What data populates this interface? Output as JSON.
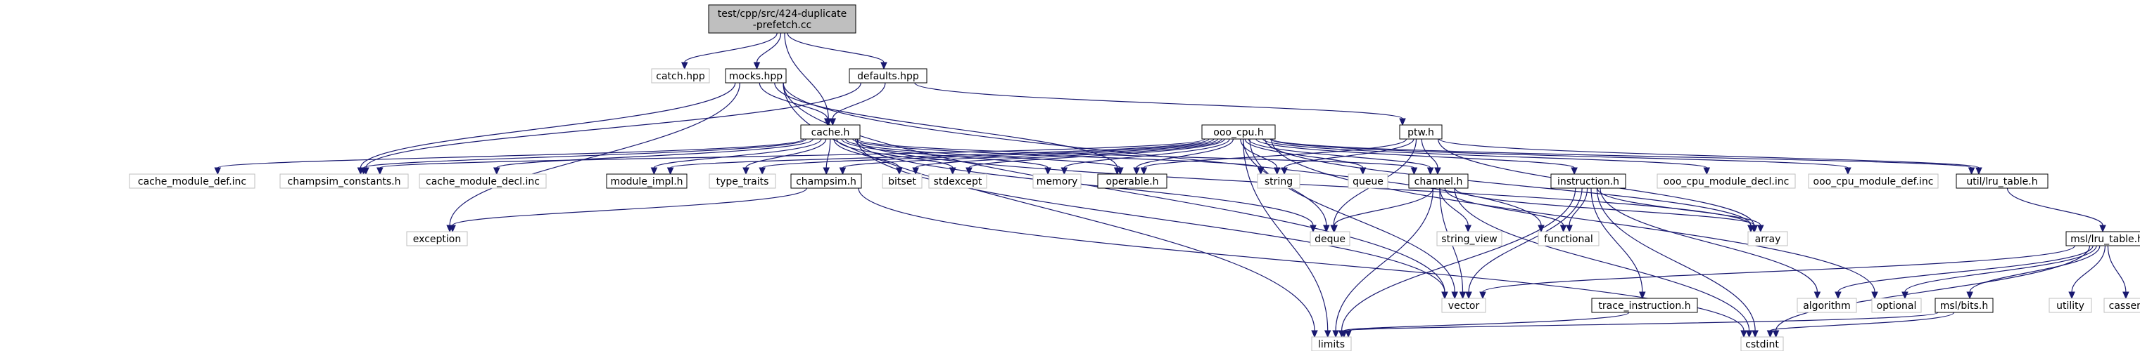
{
  "colors": {
    "edge": "#191970",
    "root_fill": "#bfbfbf",
    "root_stroke": "#000000",
    "doc_fill": "#ffffff",
    "doc_stroke": "#000000",
    "ext_fill": "#ffffff",
    "ext_stroke": "#bfbfbf"
  },
  "nodes": [
    {
      "id": "root",
      "lines": [
        "test/cpp/src/424-duplicate",
        "-prefetch.cc"
      ],
      "kind": "root"
    },
    {
      "id": "catch",
      "lines": [
        "catch.hpp"
      ],
      "kind": "ext"
    },
    {
      "id": "mocks",
      "lines": [
        "mocks.hpp"
      ],
      "kind": "doc"
    },
    {
      "id": "defaults",
      "lines": [
        "defaults.hpp"
      ],
      "kind": "doc"
    },
    {
      "id": "cache",
      "lines": [
        "cache.h"
      ],
      "kind": "doc"
    },
    {
      "id": "ooo",
      "lines": [
        "ooo_cpu.h"
      ],
      "kind": "doc"
    },
    {
      "id": "ptw",
      "lines": [
        "ptw.h"
      ],
      "kind": "doc"
    },
    {
      "id": "cmdef",
      "lines": [
        "cache_module_def.inc"
      ],
      "kind": "ext"
    },
    {
      "id": "cconst",
      "lines": [
        "champsim_constants.h"
      ],
      "kind": "ext"
    },
    {
      "id": "cmdecl",
      "lines": [
        "cache_module_decl.inc"
      ],
      "kind": "ext"
    },
    {
      "id": "modimpl",
      "lines": [
        "module_impl.h"
      ],
      "kind": "doc"
    },
    {
      "id": "typetraits",
      "lines": [
        "type_traits"
      ],
      "kind": "ext"
    },
    {
      "id": "champsim",
      "lines": [
        "champsim.h"
      ],
      "kind": "doc"
    },
    {
      "id": "bitset",
      "lines": [
        "bitset"
      ],
      "kind": "ext"
    },
    {
      "id": "stdexcept",
      "lines": [
        "stdexcept"
      ],
      "kind": "ext"
    },
    {
      "id": "memory",
      "lines": [
        "memory"
      ],
      "kind": "ext"
    },
    {
      "id": "operable",
      "lines": [
        "operable.h"
      ],
      "kind": "doc"
    },
    {
      "id": "string",
      "lines": [
        "string"
      ],
      "kind": "ext"
    },
    {
      "id": "queue",
      "lines": [
        "queue"
      ],
      "kind": "ext"
    },
    {
      "id": "channel",
      "lines": [
        "channel.h"
      ],
      "kind": "doc"
    },
    {
      "id": "instr",
      "lines": [
        "instruction.h"
      ],
      "kind": "doc"
    },
    {
      "id": "oocdecl",
      "lines": [
        "ooo_cpu_module_decl.inc"
      ],
      "kind": "ext"
    },
    {
      "id": "oocdef",
      "lines": [
        "ooo_cpu_module_def.inc"
      ],
      "kind": "ext"
    },
    {
      "id": "utillru",
      "lines": [
        "util/lru_table.h"
      ],
      "kind": "doc"
    },
    {
      "id": "exception",
      "lines": [
        "exception"
      ],
      "kind": "ext"
    },
    {
      "id": "deque",
      "lines": [
        "deque"
      ],
      "kind": "ext"
    },
    {
      "id": "stringview",
      "lines": [
        "string_view"
      ],
      "kind": "ext"
    },
    {
      "id": "functional",
      "lines": [
        "functional"
      ],
      "kind": "ext"
    },
    {
      "id": "array",
      "lines": [
        "array"
      ],
      "kind": "ext"
    },
    {
      "id": "msllru",
      "lines": [
        "msl/lru_table.h"
      ],
      "kind": "doc"
    },
    {
      "id": "vector",
      "lines": [
        "vector"
      ],
      "kind": "ext"
    },
    {
      "id": "traceinstr",
      "lines": [
        "trace_instruction.h"
      ],
      "kind": "doc"
    },
    {
      "id": "algorithm",
      "lines": [
        "algorithm"
      ],
      "kind": "ext"
    },
    {
      "id": "optional",
      "lines": [
        "optional"
      ],
      "kind": "ext"
    },
    {
      "id": "mslbits",
      "lines": [
        "msl/bits.h"
      ],
      "kind": "doc"
    },
    {
      "id": "utility",
      "lines": [
        "utility"
      ],
      "kind": "ext"
    },
    {
      "id": "cassert",
      "lines": [
        "cassert"
      ],
      "kind": "ext"
    },
    {
      "id": "limits",
      "lines": [
        "limits"
      ],
      "kind": "ext"
    },
    {
      "id": "cstdint",
      "lines": [
        "cstdint"
      ],
      "kind": "ext"
    }
  ],
  "edges": [
    [
      "root",
      "catch"
    ],
    [
      "root",
      "mocks"
    ],
    [
      "root",
      "defaults"
    ],
    [
      "root",
      "cache"
    ],
    [
      "mocks",
      "cache"
    ],
    [
      "mocks",
      "exception"
    ],
    [
      "mocks",
      "limits"
    ],
    [
      "mocks",
      "vector"
    ],
    [
      "mocks",
      "operable"
    ],
    [
      "mocks",
      "functional"
    ],
    [
      "mocks",
      "cconst"
    ],
    [
      "defaults",
      "cache"
    ],
    [
      "defaults",
      "ptw"
    ],
    [
      "defaults",
      "cconst"
    ],
    [
      "cache",
      "cmdef"
    ],
    [
      "cache",
      "cconst"
    ],
    [
      "cache",
      "cmdecl"
    ],
    [
      "cache",
      "modimpl"
    ],
    [
      "cache",
      "typetraits"
    ],
    [
      "cache",
      "champsim"
    ],
    [
      "cache",
      "bitset"
    ],
    [
      "cache",
      "stdexcept"
    ],
    [
      "cache",
      "memory"
    ],
    [
      "cache",
      "operable"
    ],
    [
      "cache",
      "string"
    ],
    [
      "cache",
      "channel"
    ],
    [
      "cache",
      "deque"
    ],
    [
      "cache",
      "vector"
    ],
    [
      "cache",
      "array"
    ],
    [
      "ooo",
      "cconst"
    ],
    [
      "ooo",
      "modimpl"
    ],
    [
      "ooo",
      "typetraits"
    ],
    [
      "ooo",
      "champsim"
    ],
    [
      "ooo",
      "bitset"
    ],
    [
      "ooo",
      "stdexcept"
    ],
    [
      "ooo",
      "memory"
    ],
    [
      "ooo",
      "operable"
    ],
    [
      "ooo",
      "string"
    ],
    [
      "ooo",
      "queue"
    ],
    [
      "ooo",
      "channel"
    ],
    [
      "ooo",
      "instr"
    ],
    [
      "ooo",
      "oocdecl"
    ],
    [
      "ooo",
      "oocdef"
    ],
    [
      "ooo",
      "utillru"
    ],
    [
      "ooo",
      "deque"
    ],
    [
      "ooo",
      "vector"
    ],
    [
      "ooo",
      "limits"
    ],
    [
      "ooo",
      "array"
    ],
    [
      "ooo",
      "optional"
    ],
    [
      "ptw",
      "channel"
    ],
    [
      "ptw",
      "operable"
    ],
    [
      "ptw",
      "utillru"
    ],
    [
      "ptw",
      "string"
    ],
    [
      "ptw",
      "deque"
    ],
    [
      "ptw",
      "array"
    ],
    [
      "champsim",
      "exception"
    ],
    [
      "champsim",
      "cstdint"
    ],
    [
      "channel",
      "deque"
    ],
    [
      "channel",
      "stringview"
    ],
    [
      "channel",
      "functional"
    ],
    [
      "channel",
      "vector"
    ],
    [
      "channel",
      "limits"
    ],
    [
      "channel",
      "cstdint"
    ],
    [
      "channel",
      "array"
    ],
    [
      "instr",
      "functional"
    ],
    [
      "instr",
      "vector"
    ],
    [
      "instr",
      "traceinstr"
    ],
    [
      "instr",
      "limits"
    ],
    [
      "instr",
      "cstdint"
    ],
    [
      "instr",
      "array"
    ],
    [
      "instr",
      "algorithm"
    ],
    [
      "utillru",
      "msllru"
    ],
    [
      "msllru",
      "vector"
    ],
    [
      "msllru",
      "algorithm"
    ],
    [
      "msllru",
      "optional"
    ],
    [
      "msllru",
      "mslbits"
    ],
    [
      "msllru",
      "utility"
    ],
    [
      "msllru",
      "cassert"
    ],
    [
      "msllru",
      "cstdint"
    ],
    [
      "traceinstr",
      "limits"
    ],
    [
      "mslbits",
      "limits"
    ],
    [
      "mslbits",
      "cstdint"
    ]
  ]
}
